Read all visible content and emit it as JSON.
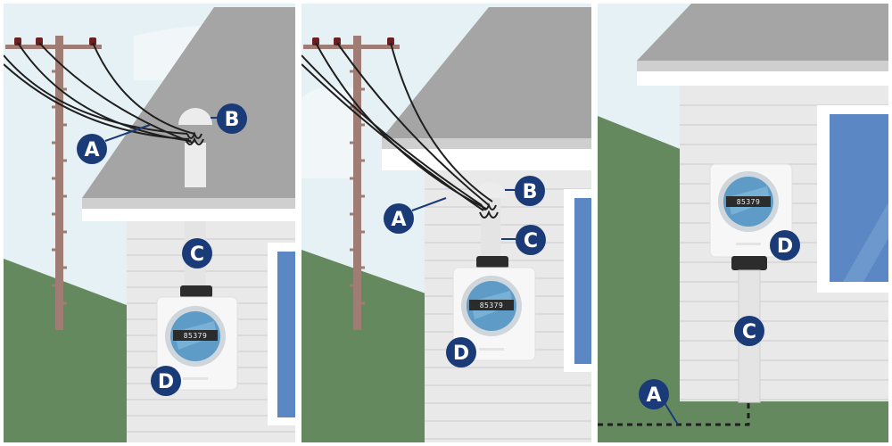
{
  "colors": {
    "sky": "#e5f1f4",
    "sky_light": "#f1f7f9",
    "roof": "#a5a5a5",
    "roof_edge": "#cfcfcf",
    "siding": "#e9e9e9",
    "siding_line": "#d6d6d6",
    "grass": "#65895f",
    "pole": "#a07d74",
    "insulator": "#6b1f1f",
    "wire": "#1f1f1f",
    "badge": "#1b3a78",
    "window": "#5b87c4",
    "meter_body": "#f7f7f7",
    "meter_base": "#2c2c2c",
    "conduit": "#e9e9e9"
  },
  "panels": [
    {
      "id": "underground-to-roof-mast",
      "labels": {
        "a": "A",
        "b": "B",
        "c": "C",
        "d": "D"
      },
      "meter_reading": "85379"
    },
    {
      "id": "overhead-to-wall",
      "labels": {
        "a": "A",
        "b": "B",
        "c": "C",
        "d": "D"
      },
      "meter_reading": "85379"
    },
    {
      "id": "underground-service",
      "labels": {
        "a": "A",
        "c": "C",
        "d": "D"
      },
      "meter_reading": "85379"
    }
  ]
}
